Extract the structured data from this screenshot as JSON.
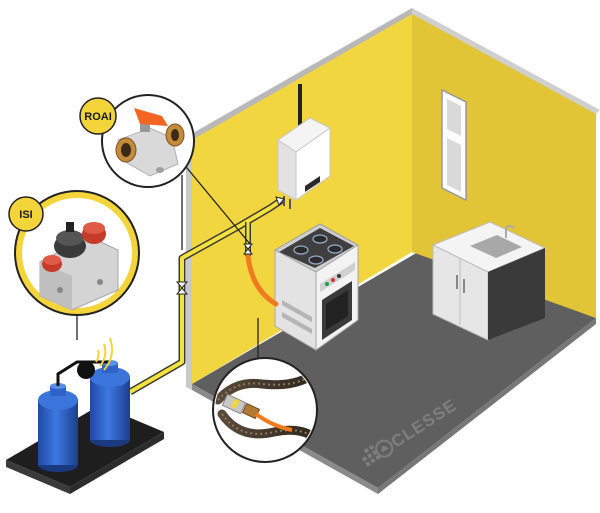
{
  "callouts": {
    "valve": {
      "label": "ROAI"
    },
    "regulator": {
      "label": "ISI"
    }
  },
  "brand": {
    "name": "CLESSE"
  },
  "colors": {
    "wall": "#f1d640",
    "wall_dark": "#d9b92a",
    "floor": "#5f5f5f",
    "gas_pipe": "#f3e23a",
    "flex_hose": "#f07a1e",
    "cylinder": "#2f63c9",
    "callout_ring": "#f3d43a"
  },
  "icons": {
    "valve": "valve-icon",
    "signal": "wireless-signal-icon"
  }
}
